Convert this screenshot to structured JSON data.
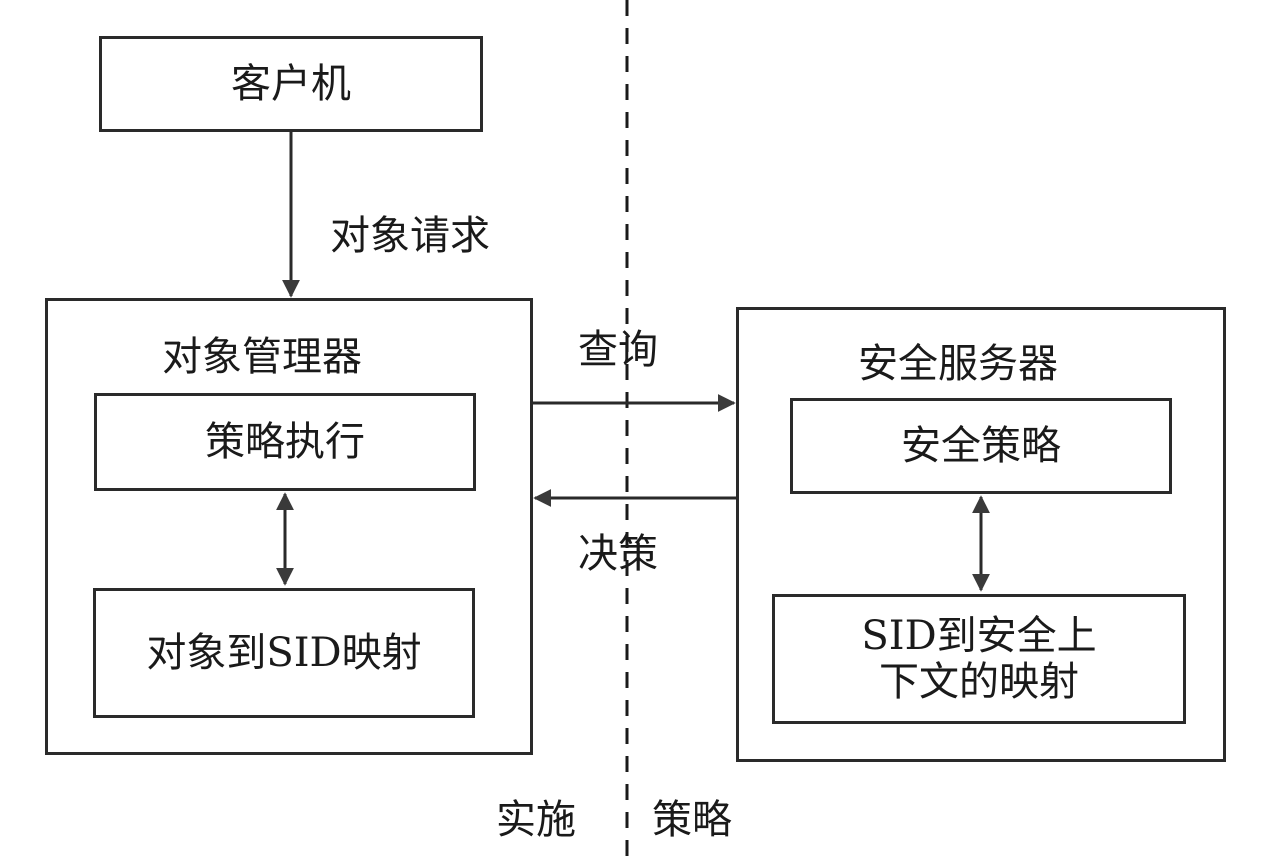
{
  "diagram": {
    "client": {
      "label": "客户机"
    },
    "object_request": {
      "label": "对象请求"
    },
    "object_manager": {
      "title": "对象管理器",
      "policy_enforcement": "策略执行",
      "object_to_sid": "对象到SID映射"
    },
    "query": {
      "label": "查询"
    },
    "decision": {
      "label": "决策"
    },
    "security_server": {
      "title": "安全服务器",
      "security_policy": "安全策略",
      "sid_to_context_line1": "SID到安全上",
      "sid_to_context_line2": "下文的映射"
    },
    "divider": {
      "left_label": "实施",
      "right_label": "策略"
    }
  }
}
